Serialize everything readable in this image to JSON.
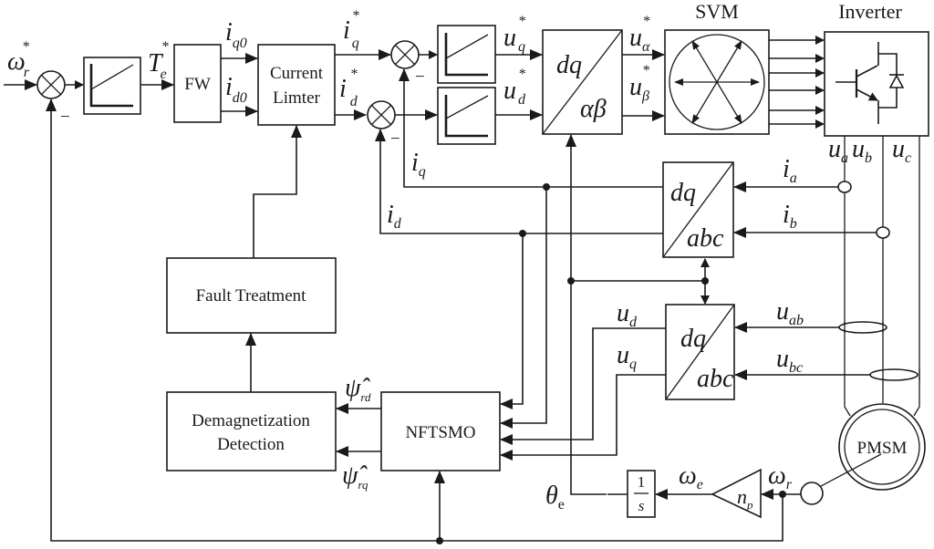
{
  "diagram": {
    "type": "control-block-diagram",
    "blocks": {
      "fw": "FW",
      "current_limiter": [
        "Current",
        "Limter"
      ],
      "svm": "SVM",
      "inverter": "Inverter",
      "fault_treatment": "Fault Treatment",
      "demag_detection": [
        "Demagnetization",
        "Detection"
      ],
      "nftsmo": "NFTSMO",
      "pmsm": "PMSM",
      "park_inverse": {
        "top": "dq",
        "bottom": "αβ"
      },
      "park_current": {
        "top": "dq",
        "bottom": "abc"
      },
      "park_voltage": {
        "top": "dq",
        "bottom": "abc"
      },
      "integrator": {
        "num": "1",
        "den": "s"
      },
      "gain": {
        "base": "n",
        "sub": "p"
      }
    },
    "signals": {
      "omega_r_ref": {
        "base": "ω",
        "sub": "r",
        "sup": "*"
      },
      "te_ref": {
        "base": "T",
        "sub": "e",
        "sup": "*"
      },
      "iq0": {
        "base": "i",
        "sub": "q0"
      },
      "id0": {
        "base": "i",
        "sub": "d0"
      },
      "iq_ref": {
        "base": "i",
        "sub": "q",
        "sup": "*"
      },
      "id_ref": {
        "base": "i",
        "sub": "d",
        "sup": "*"
      },
      "uq_ref": {
        "base": "u",
        "sub": "q",
        "sup": "*"
      },
      "ud_ref": {
        "base": "u",
        "sub": "d",
        "sup": "*"
      },
      "ualpha_ref": {
        "base": "u",
        "sub": "α",
        "sup": "*"
      },
      "ubeta_ref": {
        "base": "u",
        "sub": "β",
        "sup": "*"
      },
      "iq": {
        "base": "i",
        "sub": "q"
      },
      "id": {
        "base": "i",
        "sub": "d"
      },
      "ia": {
        "base": "i",
        "sub": "a"
      },
      "ib": {
        "base": "i",
        "sub": "b"
      },
      "ua": {
        "base": "u",
        "sub": "a"
      },
      "ub": {
        "base": "u",
        "sub": "b"
      },
      "uc": {
        "base": "u",
        "sub": "c"
      },
      "ud": {
        "base": "u",
        "sub": "d"
      },
      "uq": {
        "base": "u",
        "sub": "q"
      },
      "uab": {
        "base": "u",
        "sub": "ab"
      },
      "ubc": {
        "base": "u",
        "sub": "bc"
      },
      "psi_rd": {
        "base": "ψ̂",
        "sub": "rd"
      },
      "psi_rq": {
        "base": "ψ̂",
        "sub": "rq"
      },
      "theta_e": {
        "base": "θ",
        "sub": "e"
      },
      "omega_e": {
        "base": "ω",
        "sub": "e"
      },
      "omega_r": {
        "base": "ω",
        "sub": "r"
      }
    },
    "minus_sign": "−"
  }
}
